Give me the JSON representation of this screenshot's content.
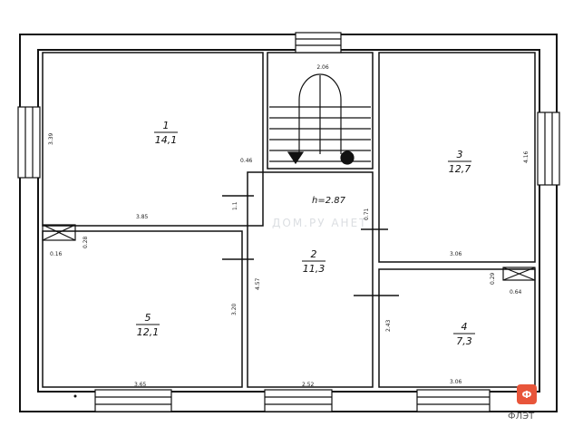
{
  "plan": {
    "ceiling_height": "h=2.87",
    "rooms": [
      {
        "id": "1",
        "number": "1",
        "area": "14,1"
      },
      {
        "id": "2",
        "number": "2",
        "area": "11,3"
      },
      {
        "id": "3",
        "number": "3",
        "area": "12,7"
      },
      {
        "id": "4",
        "number": "4",
        "area": "7,3"
      },
      {
        "id": "5",
        "number": "5",
        "area": "12,1"
      }
    ],
    "dimensions": {
      "stair_width": "2.06",
      "room1_left": "3.39",
      "room1_right": "0.46",
      "room1_bottom": "3.85",
      "wall_gap": "1.1",
      "vent_left_a": "0.16",
      "vent_left_b": "0.28",
      "room5_right": "3.20",
      "room5_bottom": "3.65",
      "room2_left": "4.57",
      "room2_bottom": "2.52",
      "room2_right": "0.71",
      "room3_right": "4.16",
      "room3_bottom": "3.06",
      "vent_right_a": "0.29",
      "vent_right_b": "0.64",
      "room4_left": "2.43",
      "room4_bottom": "3.06"
    },
    "watermark": "ДОМ.РУ АНЕТ",
    "brand_text": "ФЛЭТ"
  }
}
